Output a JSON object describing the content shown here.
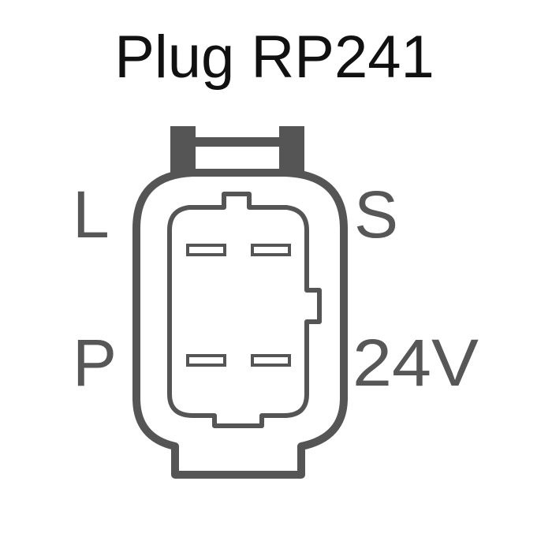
{
  "title": "Plug RP241",
  "pins": {
    "top_left": "L",
    "top_right": "S",
    "bottom_left": "P",
    "bottom_right": "24V"
  },
  "colors": {
    "outline": "#555555",
    "label": "#575757",
    "title": "#111111",
    "background": "#ffffff"
  }
}
